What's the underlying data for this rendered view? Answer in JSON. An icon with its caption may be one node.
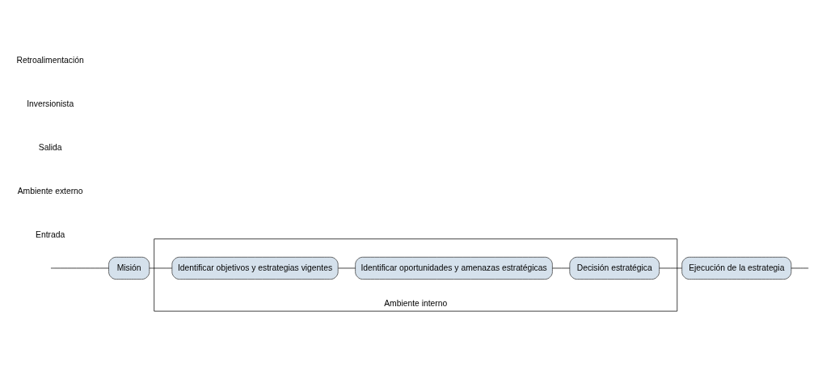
{
  "diagram": {
    "nodes": [
      {
        "text": [
          "Misión"
        ]
      },
      {
        "text": [
          "Ambiente interno"
        ]
      },
      {
        "text": [
          "Identificar objetivos y estrategias vigentes"
        ],
        "in": 1
      },
      {
        "text": [
          "Identificar oportunidades y amenazas estratégicas"
        ],
        "in": 1
      },
      {
        "text": [
          "Decisión estratégica"
        ],
        "in": 1
      },
      {
        "text": [
          "Ejecución de la estrategia"
        ]
      }
    ],
    "edges": [
      {
        "from": 0,
        "to": 2,
        "arrow": "none"
      },
      {
        "from": 2,
        "to": 3,
        "arrow": "none"
      },
      {
        "from": 3,
        "to": 4,
        "arrow": "none"
      },
      {
        "from": 4,
        "to": 5,
        "arrow": "none"
      },
      {
        "from": null,
        "to": 0,
        "arrow": "none"
      },
      {
        "from": 5,
        "to": null,
        "arrow": "none"
      }
    ],
    "labels": [
      "Entrada",
      "Ambiente externo",
      "Salida",
      "Inversionista",
      "Retroalimentación"
    ]
  }
}
